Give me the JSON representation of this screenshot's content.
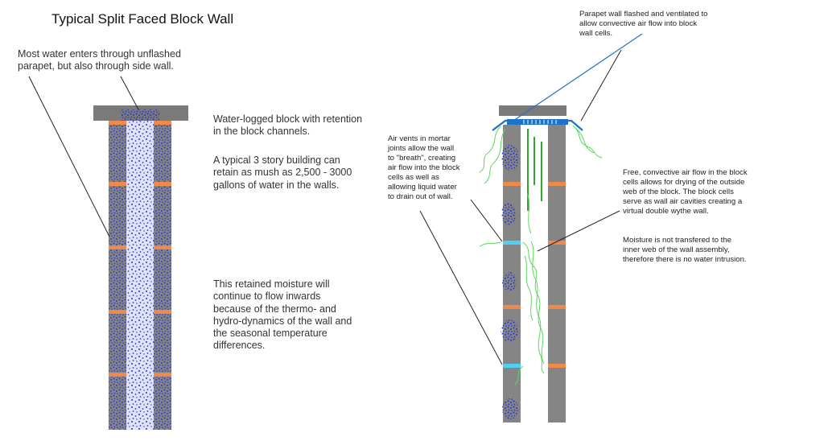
{
  "title": "Typical Split Faced Block Wall",
  "left_diagram": {
    "callout_entry": "Most water enters through unflashed\nparapet, but also through side wall.",
    "callout_retention": "Water-logged block with retention\nin the block channels.",
    "callout_volume": "A typical 3 story building can\nretain as mush as 2,500 - 3000\ngallons of water in the walls.",
    "callout_moisture": "This retained moisture will\ncontinue to flow inwards\nbecause of the thermo- and\nhydro-dynamics of the wall and\nthe seasonal temperature\ndifferences."
  },
  "right_diagram": {
    "callout_parapet": "Parapet wall flashed and ventilated to\nallow convective air flow into block\nwall cells.",
    "callout_vents": "Air vents in mortar\njoints allow the wall\nto \"breath\", creating\nair flow into the block\ncells as well as\nallowing liquid water\nto drain out of wall.",
    "callout_airflow": "Free, convective air flow in the block\ncells allows for drying of the outside\nweb of the block.  The block cells\nserve as wall air cavities creating a\nvirtual double wythe wall.",
    "callout_no_transfer": "Moisture is not transfered to the\ninner web of the wall assembly,\ntherefore there is no water intrusion."
  },
  "colors": {
    "block": "#858585",
    "cap": "#7a7a7a",
    "mortar_joint": "#f08a4b",
    "water": "#2233cc",
    "vent": "#4fd0f0",
    "flashing": "#1c73c8",
    "airflow": "#5ad85a"
  }
}
